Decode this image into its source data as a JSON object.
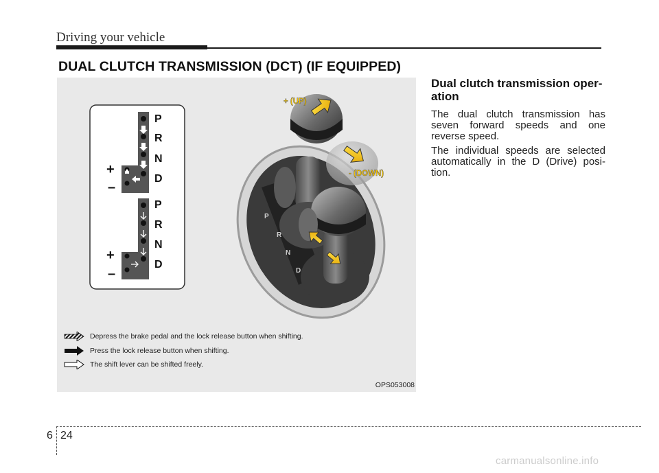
{
  "header": {
    "title": "Driving your vehicle"
  },
  "section": {
    "heading": "DUAL CLUTCH TRANSMISSION (DCT) (IF EQUIPPED)"
  },
  "figure": {
    "gate_top": {
      "letters": [
        "P",
        "R",
        "N",
        "D"
      ],
      "plus": "+",
      "minus": "–"
    },
    "gate_bottom": {
      "letters": [
        "P",
        "R",
        "N",
        "D"
      ],
      "plus": "+",
      "minus": "–"
    },
    "labels": {
      "up": "+ (UP)",
      "down": "- (DOWN)"
    },
    "console_letters": [
      "P",
      "R",
      "N",
      "D"
    ],
    "legend": [
      {
        "icon": "hatched-arrow-icon",
        "text": "Depress the brake pedal and the lock release button when shifting."
      },
      {
        "icon": "solid-arrow-icon",
        "text": "Press the lock release button when shifting."
      },
      {
        "icon": "outline-arrow-icon",
        "text": "The shift lever can be shifted freely."
      }
    ],
    "code": "OPS053008"
  },
  "content": {
    "subheading": "Dual clutch transmission oper-ation",
    "paragraphs": [
      "The dual clutch transmission has seven forward speeds and one reverse speed.",
      "The individual speeds are selected automatically in the D (Drive) posi-tion."
    ]
  },
  "footer": {
    "chapter": "6",
    "page": "24"
  },
  "watermark": "carmanualsonline.info",
  "colors": {
    "accent_arrow": "#f0c000",
    "figure_bg": "#e9e9e9"
  }
}
